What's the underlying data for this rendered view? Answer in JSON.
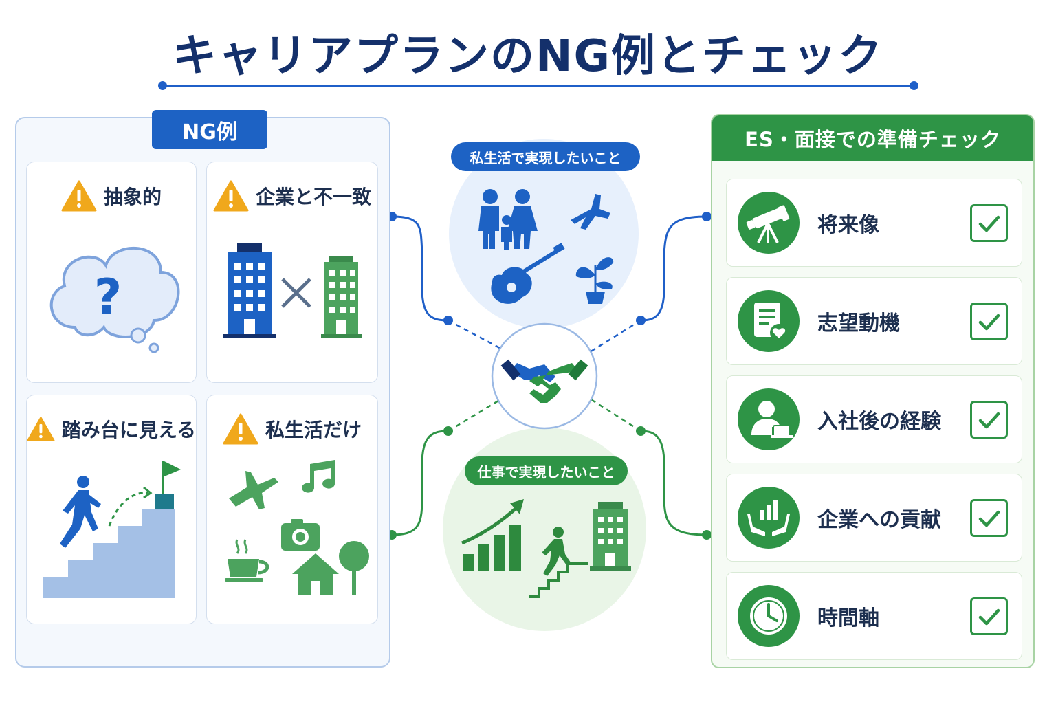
{
  "title": "キャリアプランのNG例とチェック",
  "ng_section": {
    "label": "NG例",
    "cards": [
      {
        "title": "抽象的"
      },
      {
        "title": "企業と不一致"
      },
      {
        "title": "踏み台に見える"
      },
      {
        "title": "私生活だけ"
      }
    ]
  },
  "center": {
    "private_label": "私生活で実現したいこと",
    "work_label": "仕事で実現したいこと"
  },
  "check_section": {
    "header": "ES・面接での準備チェック",
    "items": [
      {
        "label": "将来像",
        "icon": "telescope-icon"
      },
      {
        "label": "志望動機",
        "icon": "document-heart-icon"
      },
      {
        "label": "入社後の経験",
        "icon": "person-laptop-icon"
      },
      {
        "label": "企業への貢献",
        "icon": "hands-chart-icon"
      },
      {
        "label": "時間軸",
        "icon": "clock-icon"
      }
    ]
  },
  "colors": {
    "blue": "#1d62c4",
    "navy": "#14306b",
    "green": "#2e9446",
    "warning": "#f0a81c"
  }
}
